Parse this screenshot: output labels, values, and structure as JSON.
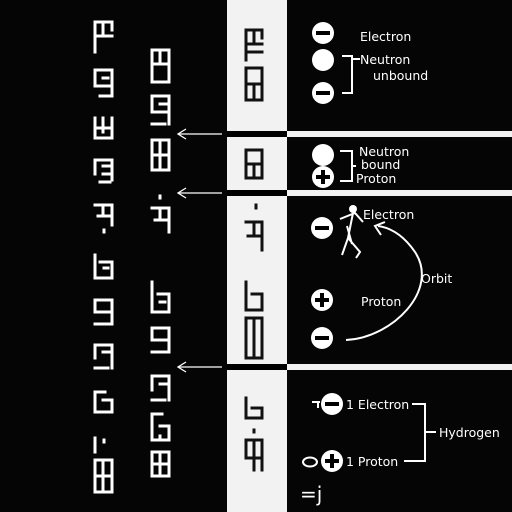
{
  "labels": {
    "electron": "Electron",
    "neutron": "Neutron",
    "unbound": "unbound",
    "neutron2": "Neutron",
    "bound": "bound",
    "proton": "Proton",
    "electron2": "Electron",
    "orbit": "Orbit",
    "proton2": "Proton",
    "one_electron": "1 Electron",
    "one_proton": "1 Proton",
    "hydrogen": "Hydrogen",
    "equals_j": "=j"
  },
  "colors": {
    "background": "#050505",
    "foreground": "#ffffff",
    "band": "#f2f2f2"
  }
}
